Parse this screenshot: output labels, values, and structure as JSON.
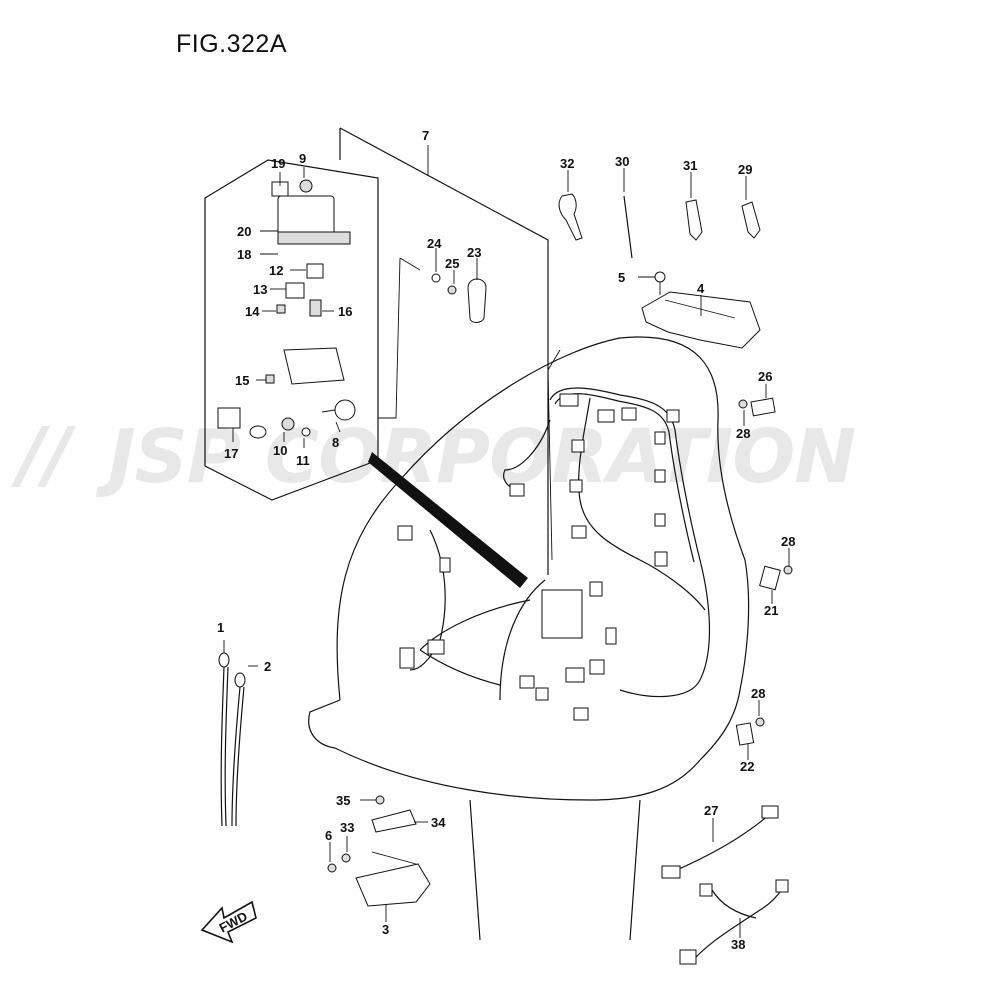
{
  "figure": {
    "title": "FIG.322A"
  },
  "watermark": {
    "text": "JSP CORPORATION"
  },
  "fwd_label": "FWD",
  "callouts": [
    {
      "id": "1",
      "text": "1"
    },
    {
      "id": "2",
      "text": "2"
    },
    {
      "id": "3",
      "text": "3"
    },
    {
      "id": "4",
      "text": "4"
    },
    {
      "id": "5",
      "text": "5"
    },
    {
      "id": "6",
      "text": "6"
    },
    {
      "id": "7",
      "text": "7"
    },
    {
      "id": "8",
      "text": "8"
    },
    {
      "id": "9",
      "text": "9"
    },
    {
      "id": "10",
      "text": "10"
    },
    {
      "id": "11",
      "text": "11"
    },
    {
      "id": "12",
      "text": "12"
    },
    {
      "id": "13",
      "text": "13"
    },
    {
      "id": "14",
      "text": "14"
    },
    {
      "id": "15",
      "text": "15"
    },
    {
      "id": "16",
      "text": "16"
    },
    {
      "id": "17",
      "text": "17"
    },
    {
      "id": "18",
      "text": "18"
    },
    {
      "id": "19",
      "text": "19"
    },
    {
      "id": "20",
      "text": "20"
    },
    {
      "id": "21",
      "text": "21"
    },
    {
      "id": "22",
      "text": "22"
    },
    {
      "id": "23",
      "text": "23"
    },
    {
      "id": "24",
      "text": "24"
    },
    {
      "id": "25",
      "text": "25"
    },
    {
      "id": "26",
      "text": "26"
    },
    {
      "id": "27",
      "text": "27"
    },
    {
      "id": "28a",
      "text": "28"
    },
    {
      "id": "28b",
      "text": "28"
    },
    {
      "id": "28c",
      "text": "28"
    },
    {
      "id": "29",
      "text": "29"
    },
    {
      "id": "30",
      "text": "30"
    },
    {
      "id": "31",
      "text": "31"
    },
    {
      "id": "32",
      "text": "32"
    },
    {
      "id": "33",
      "text": "33"
    },
    {
      "id": "34",
      "text": "34"
    },
    {
      "id": "35",
      "text": "35"
    },
    {
      "id": "38",
      "text": "38"
    }
  ]
}
